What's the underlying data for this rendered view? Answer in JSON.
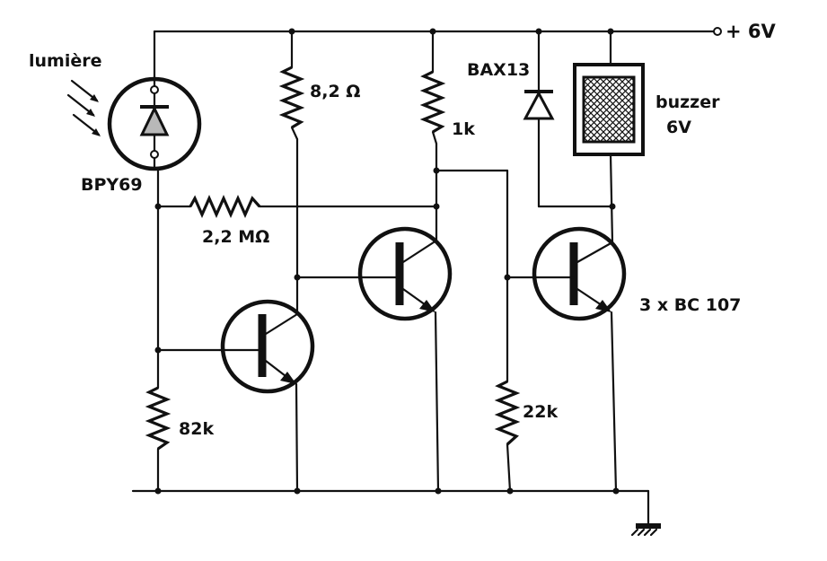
{
  "labels": {
    "supply": "+ 6V",
    "light": "lumière",
    "photodiode": "BPY69",
    "diode": "BAX13",
    "buzzer_line1": "buzzer",
    "buzzer_line2": "6V",
    "r_8_2": "8,2 Ω",
    "r_1k": "1k",
    "r_2_2M": "2,2 MΩ",
    "r_82k": "82k",
    "r_22k": "22k",
    "transistors": "3 x BC 107"
  }
}
